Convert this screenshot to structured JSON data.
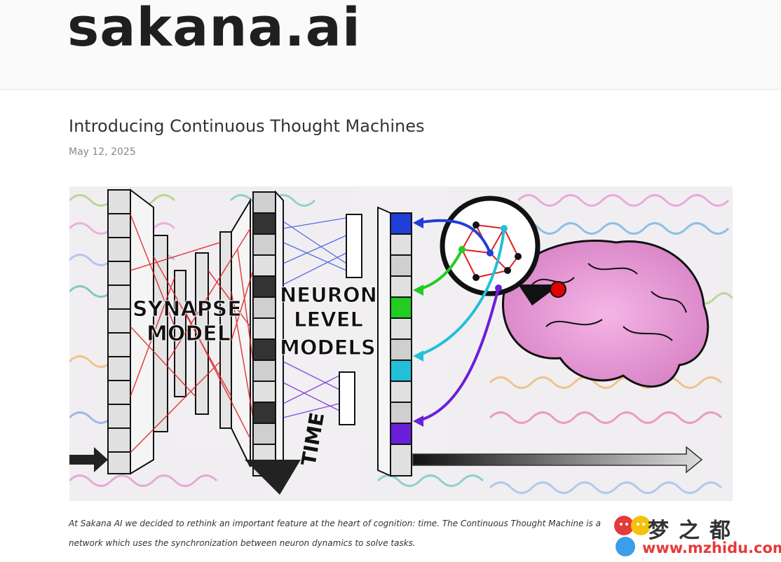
{
  "site": {
    "logo": "sakana.ai"
  },
  "post": {
    "title": "Introducing Continuous Thought Machines",
    "date": "May 12, 2025",
    "caption": "At Sakana AI we decided to rethink an important feature at the heart of cognition: time. The Continuous Thought Machine is a network which uses the synchronization between neuron dynamics to solve tasks."
  },
  "hero": {
    "synapse_label_1": "SYNAPSE",
    "synapse_label_2": "MODEL",
    "neuron_label_1": "NEURON",
    "neuron_label_2": "LEVEL",
    "neuron_label_3": "MODELS",
    "time_label": "TIME"
  },
  "watermark": {
    "chinese": "梦之都",
    "url": "www.mzhidu.com"
  },
  "colors": {
    "synapse_red": "#e02020",
    "blue": "#1f3fd8",
    "green": "#22cc22",
    "cyan": "#22c0d8",
    "purple": "#6a1fd8",
    "brain_pink": "#e89ad8",
    "watermark_red": "#e53a3a"
  }
}
